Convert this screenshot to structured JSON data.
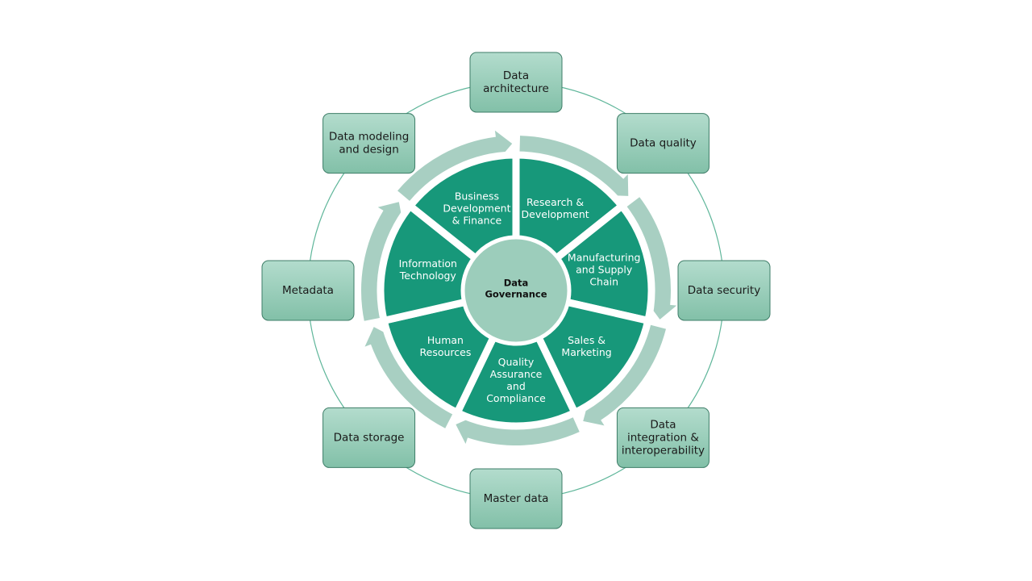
{
  "colors": {
    "segment": "#17987a",
    "arrow_ring": "#a8cfc2",
    "center_circle": "#9ccdbb",
    "outer_ring": "#5fb69a",
    "box_top": "#b3dccd",
    "box_bottom": "#82c0a8",
    "box_border": "#3e7d68"
  },
  "center": {
    "lines": [
      "Data",
      "Governance"
    ]
  },
  "segments": [
    {
      "lines": [
        "Research &",
        "Development"
      ]
    },
    {
      "lines": [
        "Manufacturing",
        "and Supply",
        "Chain"
      ]
    },
    {
      "lines": [
        "Sales &",
        "Marketing"
      ]
    },
    {
      "lines": [
        "Quality",
        "Assurance",
        "and",
        "Compliance"
      ]
    },
    {
      "lines": [
        "Human",
        "Resources"
      ]
    },
    {
      "lines": [
        "Information",
        "Technology"
      ]
    },
    {
      "lines": [
        "Business",
        "Development",
        "& Finance"
      ]
    }
  ],
  "boxes": [
    {
      "lines": [
        "Data",
        "architecture"
      ]
    },
    {
      "lines": [
        "Data quality"
      ]
    },
    {
      "lines": [
        "Data security"
      ]
    },
    {
      "lines": [
        "Data",
        "integration &",
        "interoperability"
      ]
    },
    {
      "lines": [
        "Master data"
      ]
    },
    {
      "lines": [
        "Data storage"
      ]
    },
    {
      "lines": [
        "Metadata"
      ]
    },
    {
      "lines": [
        "Data modeling",
        "and design"
      ]
    }
  ]
}
